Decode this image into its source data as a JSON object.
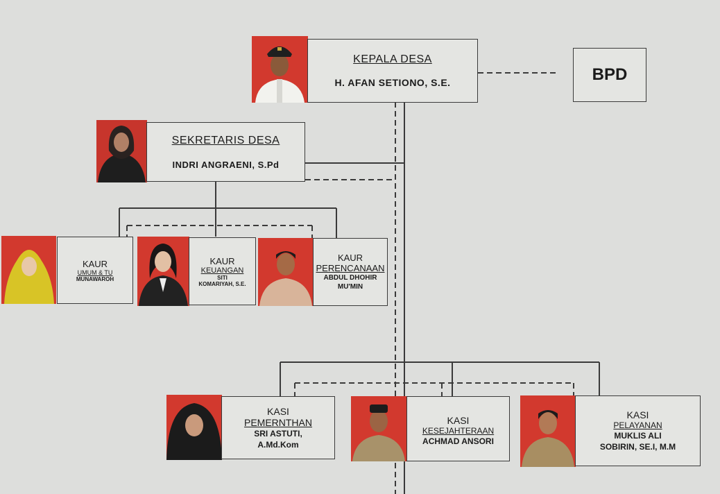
{
  "kepala": {
    "title": "KEPALA DESA",
    "name": "H. AFAN SETIONO, S.E."
  },
  "bpd": {
    "label": "BPD"
  },
  "sekretaris": {
    "title": "SEKRETARIS DESA",
    "name": "INDRI ANGRAENI, S.Pd"
  },
  "kaur": [
    {
      "title": "KAUR",
      "subtitle": "UMUM & TU",
      "name_lines": [
        "MUNAWAROH"
      ]
    },
    {
      "title": "KAUR",
      "subtitle": "KEUANGAN",
      "name_lines": [
        "SITI",
        "KOMARIYAH, S.E."
      ]
    },
    {
      "title": "KAUR",
      "subtitle": "PERENCANAAN",
      "name_lines": [
        "ABDUL DHOHIR",
        "MU'MIN"
      ]
    }
  ],
  "kasi": [
    {
      "title": "KASI",
      "subtitle": "PEMERNTHAN",
      "name_lines": [
        "SRI ASTUTI,",
        "A.Md.Kom"
      ]
    },
    {
      "title": "KASI",
      "subtitle": "KESEJAHTERAAN",
      "name_lines": [
        "ACHMAD ANSORI"
      ]
    },
    {
      "title": "KASI",
      "subtitle": "PELAYANAN",
      "name_lines": [
        "MUKLIS ALI",
        "SOBIRIN, SE.I, M.M"
      ]
    }
  ],
  "colors": {
    "photo_background": "#d2392e",
    "line": "#3a3a3a",
    "paper": "#dddedc"
  }
}
